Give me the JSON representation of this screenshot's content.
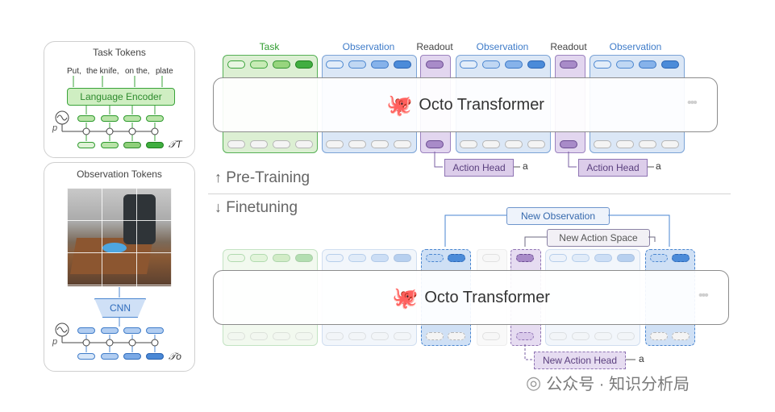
{
  "task_panel": {
    "title": "Task Tokens",
    "words": [
      "Put,",
      "the knife,",
      "on the,",
      "plate"
    ],
    "encoder": "Language Encoder",
    "p_label": "p",
    "tokens_label": "𝒯T"
  },
  "obs_panel": {
    "title": "Observation Tokens",
    "cnn": "CNN",
    "p_label": "p",
    "tokens_label": "𝒯o"
  },
  "top_row": {
    "groups": [
      "Task",
      "Observation",
      "Readout",
      "Observation",
      "Readout",
      "Observation"
    ],
    "transformer": "Octo Transformer",
    "action_head_1": "Action Head",
    "action_head_2": "Action Head",
    "action_out": "a",
    "dots": "•••"
  },
  "phases": {
    "pretraining": "Pre-Training",
    "finetuning": "Finetuning"
  },
  "bottom_row": {
    "new_observation": "New Observation",
    "new_action_space": "New Action Space",
    "transformer": "Octo Transformer",
    "new_action_head": "New Action Head",
    "action_out": "a",
    "dots": "•••"
  },
  "watermark": "公众号 · 知识分析局",
  "colors": {
    "green": "#2e9b2e",
    "blue": "#3f7cc9",
    "purple": "#8f74b3",
    "label_gray": "#666666"
  }
}
